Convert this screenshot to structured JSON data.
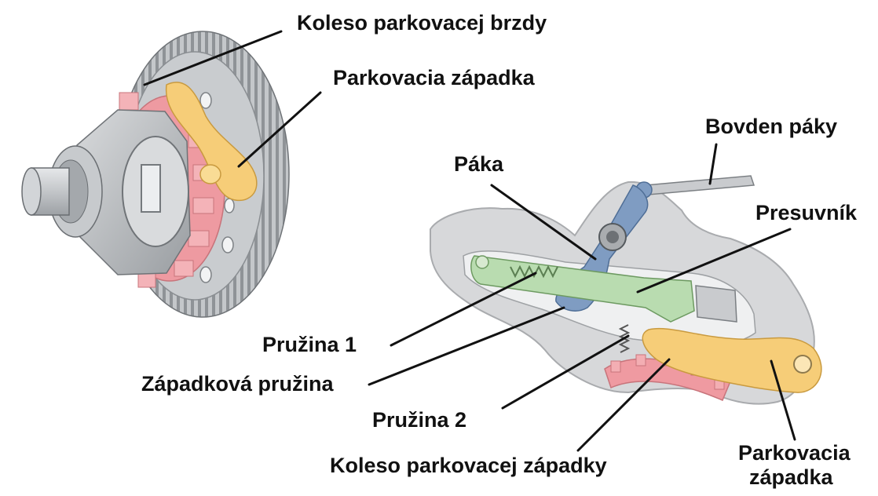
{
  "labels": {
    "koleso_parkovacej_brzdy": "Koleso parkovacej brzdy",
    "parkovacia_zapadka_top": "Parkovacia západka",
    "bovden_paky": "Bovden páky",
    "paka": "Páka",
    "presuvnik": "Presuvník",
    "pruzina_1": "Pružina 1",
    "zapadkova_pruzina": "Západková pružina",
    "pruzina_2": "Pružina 2",
    "koleso_parkovacej_zapadky": "Koleso parkovacej západky",
    "parkovacia_zapadka_bottom_line1": "Parkovacia",
    "parkovacia_zapadka_bottom_line2": "západka"
  },
  "colors": {
    "gear_gray": "#b9bcbf",
    "gear_dark": "#8e9296",
    "housing": "#d4d6d8",
    "pink_wheel": "#ef9aa1",
    "pawl_yellow": "#f6cd78",
    "lever_blue": "#7f9cc2",
    "slider_green": "#b9dcb0",
    "leader_line": "#111111"
  }
}
